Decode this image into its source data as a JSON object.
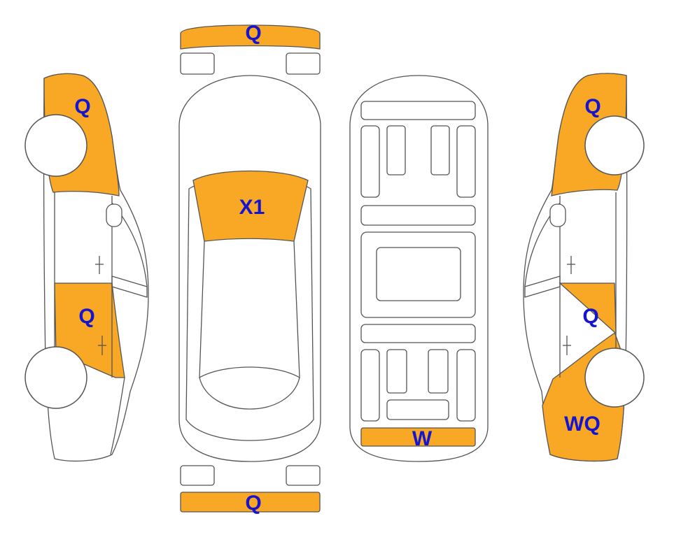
{
  "label_color": "#1515D0",
  "damage_color": "#F9A825",
  "labels": {
    "front_bumper": "Q",
    "hood": "X1",
    "rear_bumper": "Q",
    "rear_panel": "W",
    "left_front_fender": "Q",
    "left_rear_door": "Q",
    "right_front_fender": "Q",
    "right_rear_door": "Q",
    "right_rear_quarter": "WQ"
  }
}
